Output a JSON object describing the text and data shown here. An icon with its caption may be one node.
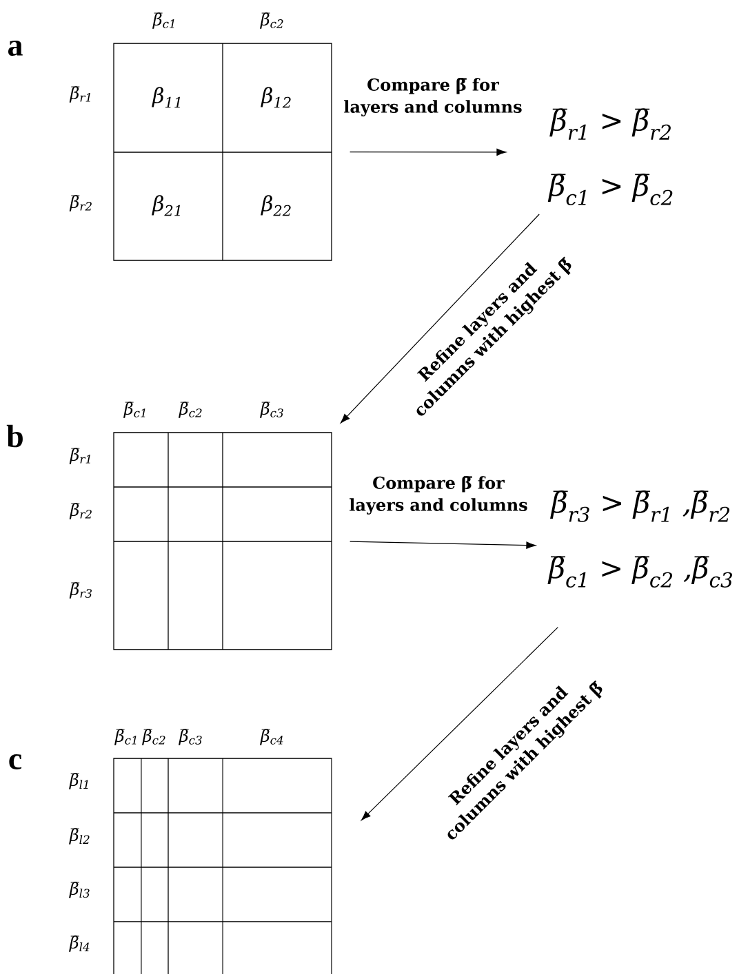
{
  "diagram": {
    "nodes": [
      {
        "text": [],
        "shape": "box",
        "beside": [
          "β̅$_{c1}$",
          "β̅$_{c2}$",
          "β̅$_{r1}$",
          "β̅$_{r2}$"
        ]
      },
      {
        "text": [
          "β$_{11}$"
        ],
        "in": 0
      },
      {
        "text": [
          "β$_{12}$"
        ],
        "in": 0
      },
      {
        "text": [
          "β$_{21}$"
        ],
        "in": 0
      },
      {
        "text": [
          "β$_{22}$"
        ],
        "in": 0
      },
      {
        "text": [
          "β̅$_{r1}$ > β̅$_{r2}$",
          "β̅$_{c1}$ > β̅$_{c2}$"
        ]
      },
      {
        "text": [],
        "shape": "box",
        "beside": [
          "β̅$_{c1}$",
          "β̅$_{c2}$",
          "β̅$_{c3}$",
          "β̅$_{r1}$",
          "β̅$_{r2}$",
          "β̅$_{r3}$"
        ]
      },
      {
        "text": [
          "β̅$_{r3}$ > β̅$_{r1}$ ,β̅$_{r2}$",
          "β̅$_{c1}$ > β̅$_{c2}$ ,β̅$_{c3}$"
        ]
      },
      {
        "text": [],
        "shape": "box",
        "beside": [
          "β̅$_{c1}$",
          "β̅$_{c2}$",
          "β̅$_{c3}$",
          "β̅$_{c4}$",
          "β̅$_{l1}$",
          "β̅$_{l2}$",
          "β̅$_{l3}$",
          "β̅$_{l4}$"
        ]
      }
    ],
    "edges": [
      {
        "from": 0,
        "to": 5,
        "arrow": "to",
        "label": "Compare β̅ for layers and columns"
      },
      {
        "from": 5,
        "to": 6,
        "arrow": "to",
        "label": "Refine layers and columns with highest β̅"
      },
      {
        "from": 6,
        "to": 7,
        "arrow": "to",
        "label": "Compare β̅ for layers and columns"
      },
      {
        "from": 7,
        "to": 8,
        "arrow": "to",
        "label": "Refine layers and columns with highest β̅"
      }
    ],
    "labels": [
      "a",
      "b",
      "c"
    ]
  }
}
